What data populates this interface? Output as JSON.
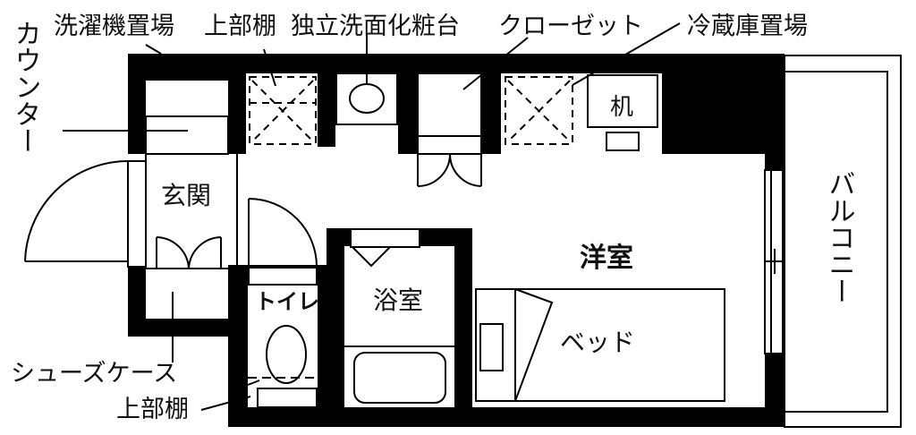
{
  "plan": {
    "type": "apartment-floor-plan",
    "colors": {
      "wall": "#000000",
      "background": "#ffffff",
      "line": "#000000"
    },
    "top_labels": [
      {
        "id": "washer",
        "text": "洗濯機置場"
      },
      {
        "id": "upper-shelf",
        "text": "上部棚"
      },
      {
        "id": "vanity",
        "text": "独立洗面化粧台"
      },
      {
        "id": "closet",
        "text": "クローゼット"
      },
      {
        "id": "fridge",
        "text": "冷蔵庫置場"
      }
    ],
    "side_labels": {
      "counter": "カウンター",
      "shoe_case": "シューズケース",
      "upper_shelf_bottom": "上部棚",
      "balcony": "バルコニー"
    },
    "rooms": {
      "entrance": "玄関",
      "western_room": "洋室",
      "toilet": "トイレ",
      "bathroom": "浴室",
      "bed": "ベッド",
      "desk": "机"
    }
  }
}
